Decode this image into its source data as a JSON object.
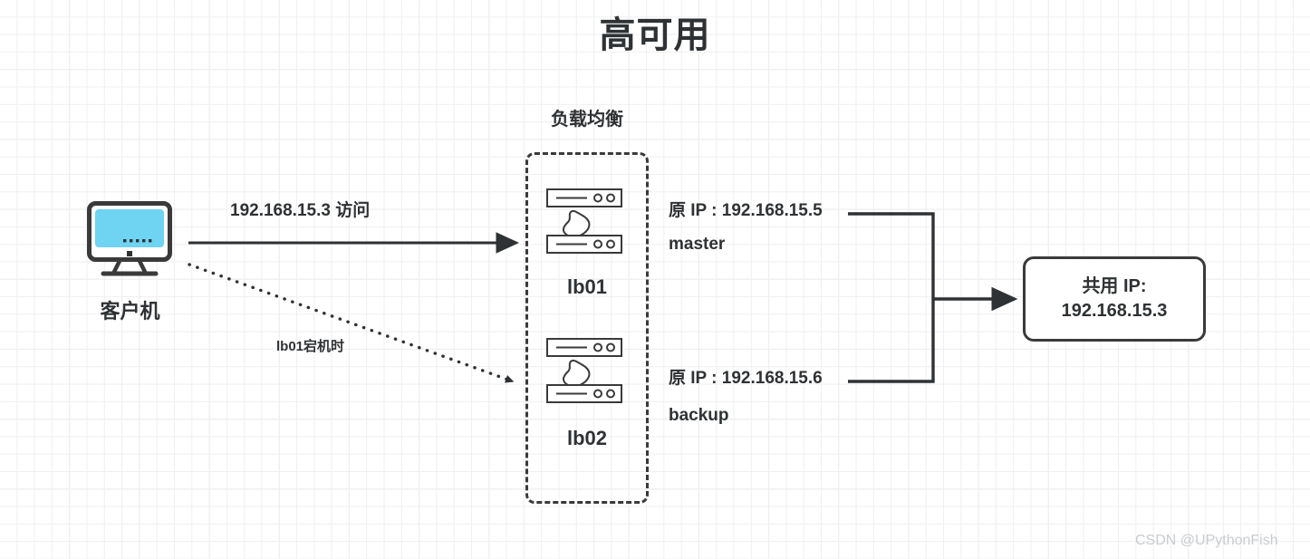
{
  "diagram": {
    "title": "高可用",
    "watermark": "CSDN @UPythonFish",
    "colors": {
      "stroke": "#3a3a3a",
      "text": "#2f3234",
      "screen": "#6fd3f2",
      "grid_minor": "#efefef",
      "grid_major": "#e4e4e4",
      "watermark": "#c8ccd0"
    }
  },
  "client": {
    "label": "客户机",
    "icon": "desktop-monitor-icon"
  },
  "flows": {
    "primary_label": "192.168.15.3 访问",
    "failover_label": "lb01宕机时"
  },
  "load_balancer_group": {
    "title": "负载均衡",
    "nodes": [
      {
        "name": "lb01",
        "icon": "server-rack-icon",
        "ip_label": "原 IP : 192.168.15.5",
        "role": "master"
      },
      {
        "name": "lb02",
        "icon": "server-rack-icon",
        "ip_label": "原 IP : 192.168.15.6",
        "role": "backup"
      }
    ]
  },
  "shared_ip": {
    "line1": "共用 IP:",
    "line2": "192.168.15.3"
  }
}
